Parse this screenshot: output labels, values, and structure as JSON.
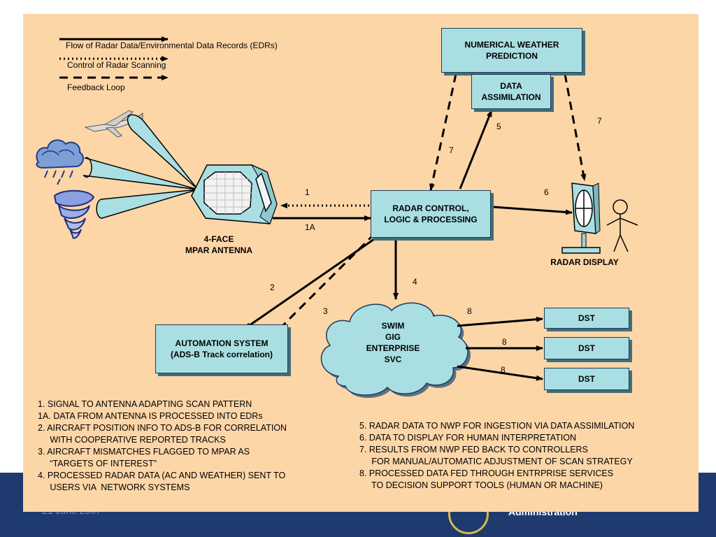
{
  "legend": {
    "flow": "Flow of Radar Data/Environmental Data Records (EDRs)",
    "control": "Control of Radar Scanning",
    "feedback": "Feedback Loop"
  },
  "boxes": {
    "nwp": "NUMERICAL WEATHER\nPREDICTION",
    "data_assimilation": "DATA\nASSIMILATION",
    "radar_control": "RADAR CONTROL,\nLOGIC & PROCESSING",
    "automation": "AUTOMATION SYSTEM\n(ADS-B Track correlation)",
    "swim": "SWIM\nGIG\nENTERPRISE\nSVC",
    "dst": [
      "DST",
      "DST",
      "DST"
    ]
  },
  "labels": {
    "antenna": "4-FACE\nMPAR ANTENNA",
    "radar_display": "RADAR DISPLAY"
  },
  "arrow_numbers": {
    "n1": "1",
    "n1a": "1A",
    "n2": "2",
    "n3": "3",
    "n4": "4",
    "n5": "5",
    "n6": "6",
    "n7a": "7",
    "n7b": "7",
    "n8a": "8",
    "n8b": "8",
    "n8c": "8"
  },
  "notes_left": [
    "1. SIGNAL TO ANTENNA ADAPTING SCAN PATTERN",
    "1A. DATA FROM ANTENNA IS PROCESSED INTO EDRs",
    "2. AIRCRAFT POSITION INFO TO ADS-B FOR CORRELATION",
    "     WITH COOPERATIVE REPORTED TRACKS",
    "3. AIRCRAFT MISMATCHES FLAGGED TO MPAR AS",
    "     “TARGETS OF INTEREST”",
    "4. PROCESSED RADAR DATA (AC AND WEATHER) SENT TO",
    "     USERS VIA  NETWORK SYSTEMS"
  ],
  "notes_right": [
    "5. RADAR DATA TO NWP FOR INGESTION VIA DATA ASSIMILATION",
    "6. DATA TO DISPLAY FOR HUMAN INTERPRETATION",
    "7. RESULTS FROM NWP FED BACK TO CONTROLLERS",
    "     FOR MANUAL/AUTOMATIC ADJUSTMENT OF SCAN STRATEGY",
    "8. PROCESSED DATA FED THROUGH ENTRPRISE SERVICES",
    "     TO DECISION SUPPORT TOOLS (HUMAN OR MACHINE)"
  ],
  "footer": {
    "date": "21 June 2007",
    "admin": "Administration"
  },
  "colors": {
    "slide_bg": "#fdd6a8",
    "box_fill": "#a9dfe3",
    "footer_bg": "#1f3a6e"
  }
}
